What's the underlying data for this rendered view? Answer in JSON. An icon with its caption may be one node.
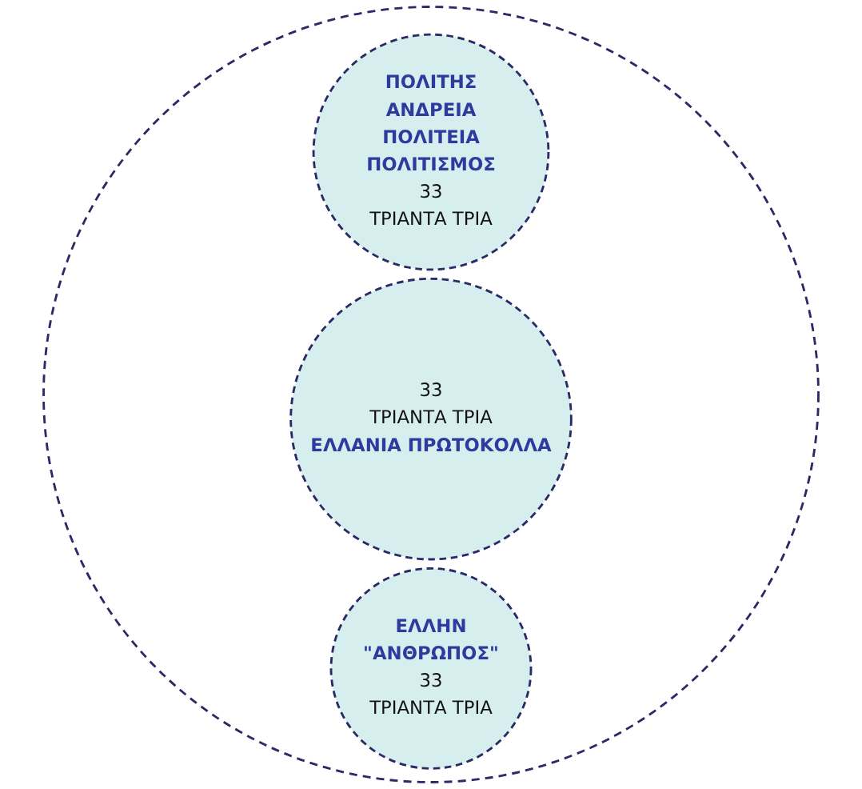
{
  "diagram": {
    "nodes": [
      {
        "text": [],
        "shape": "circle"
      },
      {
        "text": [
          "ΠΟΛΙΤΗΣ",
          "ΑΝΔΡΕΙΑ",
          "ΠΟΛΙΤΕΙΑ",
          "ΠΟΛΙΤΙΣΜΟΣ",
          "33",
          "ΤΡΙΑΝΤΑ ΤΡΙΑ"
        ],
        "in": 0
      },
      {
        "text": [
          "33",
          "ΤΡΙΑΝΤΑ ΤΡΙΑ",
          "ΕΛΛΑΝΙΑ ΠΡΩΤΟΚΟΛΛΑ"
        ],
        "in": 0
      },
      {
        "text": [
          "ΕΛΛΗΝ",
          "\"ΑΝΘΡΩΠΟΣ\"",
          "33",
          "ΤΡΙΑΝΤΑ ΤΡΙΑ"
        ],
        "in": 0
      }
    ],
    "edges": []
  }
}
